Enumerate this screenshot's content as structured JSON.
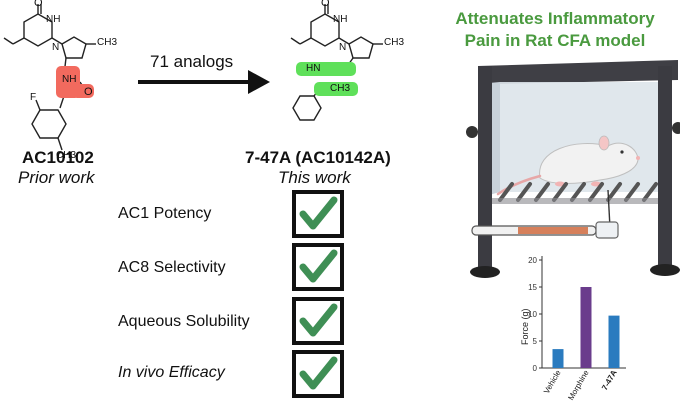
{
  "left_panel": {
    "arrow_label": "71 analogs",
    "prior_compound": {
      "name": "AC10102",
      "caption": "Prior work"
    },
    "new_compound": {
      "name": "7-47A (AC10142A)",
      "caption": "This work"
    },
    "atom_labels": {
      "O": "O",
      "NH": "NH",
      "N": "N",
      "F": "F",
      "CH3": "CH3",
      "HN": "HN"
    }
  },
  "checklist": [
    {
      "label": "AC1 Potency",
      "italic": false
    },
    {
      "label": "AC8 Selectivity",
      "italic": false
    },
    {
      "label": "Aqueous Solubility",
      "italic": false
    },
    {
      "label": "In vivo Efficacy",
      "italic": true
    }
  ],
  "right_panel": {
    "headline_line1": "Attenuates Inflammatory",
    "headline_line2": "Pain in Rat CFA model"
  },
  "colors": {
    "check_green": "#3f8f55",
    "headline_green": "#4a9a3f",
    "highlight_red": "#f26a5e",
    "highlight_green": "#5fe05a",
    "vehicle_bar": "#2a7bbf",
    "morphine_bar": "#6a3c8c",
    "compound_bar": "#2a7bbf"
  },
  "chart_data": {
    "type": "bar",
    "categories": [
      "Vehicle",
      "Morphine",
      "7-47A"
    ],
    "values": [
      3.5,
      15,
      9.7
    ],
    "ylabel": "Force (g)",
    "ylim": [
      0,
      20
    ],
    "yticks": [
      "0",
      "5",
      "10",
      "15",
      "20"
    ],
    "bar_colors": [
      "#2a7bbf",
      "#6a3c8c",
      "#2a7bbf"
    ]
  }
}
